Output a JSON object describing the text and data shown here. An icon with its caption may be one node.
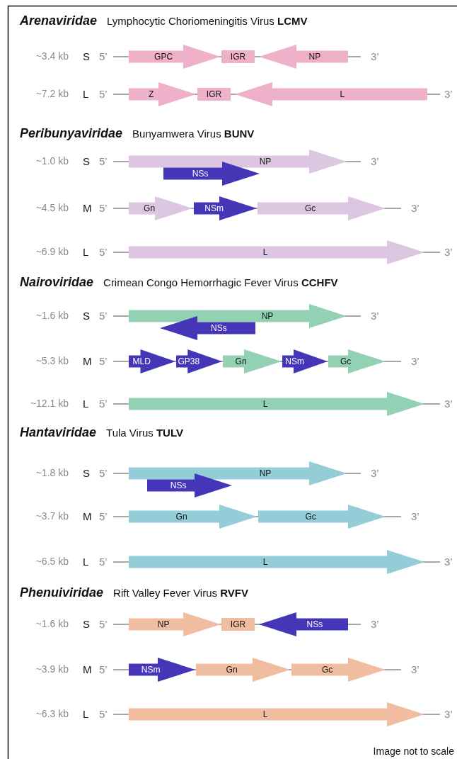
{
  "diagram": {
    "nodes": [
      {
        "text": [
          "GPC"
        ]
      },
      {
        "text": [
          "IGR"
        ]
      },
      {
        "text": [
          "NP"
        ]
      },
      {
        "text": [
          "Z"
        ]
      },
      {
        "text": [
          "IGR"
        ]
      },
      {
        "text": [
          "L"
        ]
      },
      {
        "text": [
          "NP"
        ]
      },
      {
        "text": [
          "NSs"
        ]
      },
      {
        "text": [
          "Gn"
        ]
      },
      {
        "text": [
          "NSm"
        ]
      },
      {
        "text": [
          "Gc"
        ]
      },
      {
        "text": [
          "L"
        ]
      },
      {
        "text": [
          "NP"
        ]
      },
      {
        "text": [
          "NSs"
        ]
      },
      {
        "text": [
          "MLD"
        ]
      },
      {
        "text": [
          "GP38"
        ]
      },
      {
        "text": [
          "Gn"
        ]
      },
      {
        "text": [
          "NSm"
        ]
      },
      {
        "text": [
          "Gc"
        ]
      },
      {
        "text": [
          "L"
        ]
      },
      {
        "text": [
          "NP"
        ]
      },
      {
        "text": [
          "NSs"
        ]
      },
      {
        "text": [
          "Gn"
        ]
      },
      {
        "text": [
          "Gc"
        ]
      },
      {
        "text": [
          "L"
        ]
      },
      {
        "text": [
          "NP"
        ]
      },
      {
        "text": [
          "IGR"
        ]
      },
      {
        "text": [
          "NSs"
        ]
      },
      {
        "text": [
          "NSm"
        ]
      },
      {
        "text": [
          "Gn"
        ]
      },
      {
        "text": [
          "Gc"
        ]
      },
      {
        "text": [
          "L"
        ]
      }
    ],
    "edges": [],
    "labels": [
      "Arenaviridae",
      "Lymphocytic Choriomeningitis Virus **LCMV**",
      "~3.4 kb",
      "S",
      "5’",
      "3’",
      "~7.2 kb",
      "L",
      "5’",
      "3’",
      "Peribunyaviridae",
      "Bunyamwera Virus **BUNV**",
      "~1.0 kb",
      "S",
      "5’",
      "3’",
      "~4.5 kb",
      "M",
      "5’",
      "3’",
      "~6.9 kb",
      "L",
      "5’",
      "3’",
      "Nairoviridae",
      "Crimean Congo Hemorrhagic Fever Virus **CCHFV**",
      "~1.6 kb",
      "S",
      "5’",
      "3’",
      "~5.3 kb",
      "M",
      "5’",
      "3’",
      "~12.1 kb",
      "L",
      "5’",
      "3’",
      "Hantaviridae",
      "Tula Virus **TULV**",
      "~1.8 kb",
      "S",
      "5’",
      "3’",
      "~3.7 kb",
      "M",
      "5’",
      "3’",
      "~6.5 kb",
      "L",
      "5’",
      "3’",
      "Phenuiviridae",
      "Rift Valley Fever Virus **RVFV**",
      "~1.6 kb",
      "S",
      "5’",
      "3’",
      "~3.9 kb",
      "M",
      "5’",
      "3’",
      "~6.3 kb",
      "L",
      "5’",
      "3’",
      "Image not to scale"
    ]
  }
}
